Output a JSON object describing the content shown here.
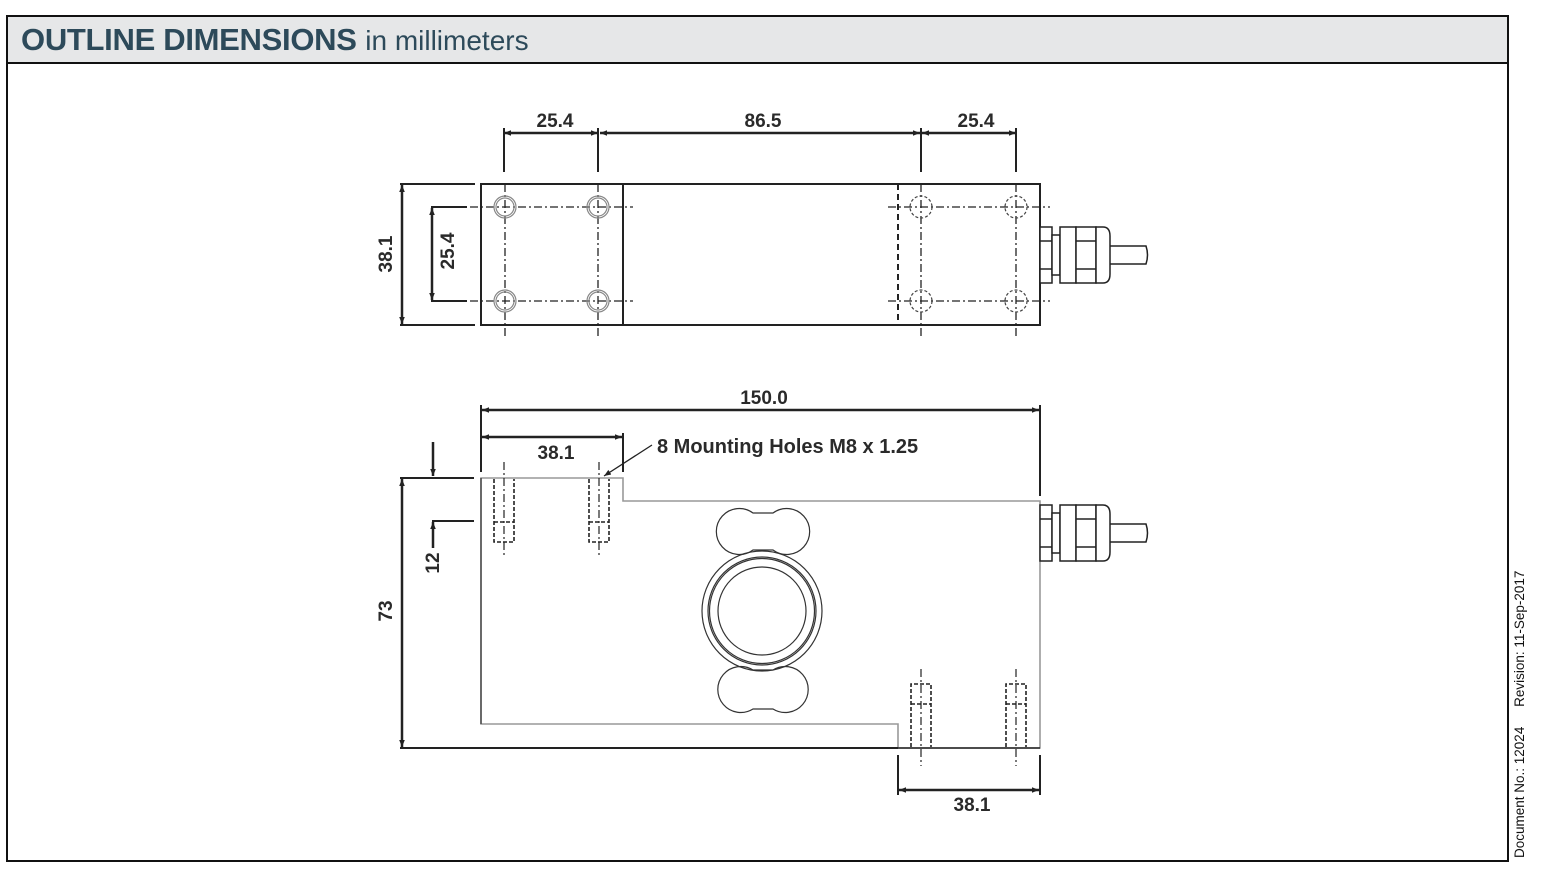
{
  "header": {
    "title_bold": "OUTLINE DIMENSIONS",
    "title_light": "in millimeters",
    "background_color": "#e6e7e8",
    "title_color": "#2d4a5a"
  },
  "top_view": {
    "dimensions": {
      "hole_pitch_left": "25.4",
      "center_span": "86.5",
      "hole_pitch_right": "25.4",
      "overall_width": "38.1",
      "hole_pitch_vertical": "25.4"
    }
  },
  "side_view": {
    "dimensions": {
      "overall_length": "150.0",
      "left_mount_length": "38.1",
      "thread_depth": "12",
      "overall_height": "73",
      "right_mount_length": "38.1"
    },
    "callout": "8 Mounting Holes M8 x 1.25"
  },
  "footer": {
    "document_no": "Document No.: 12024",
    "revision": "Revision: 11-Sep-2017"
  }
}
